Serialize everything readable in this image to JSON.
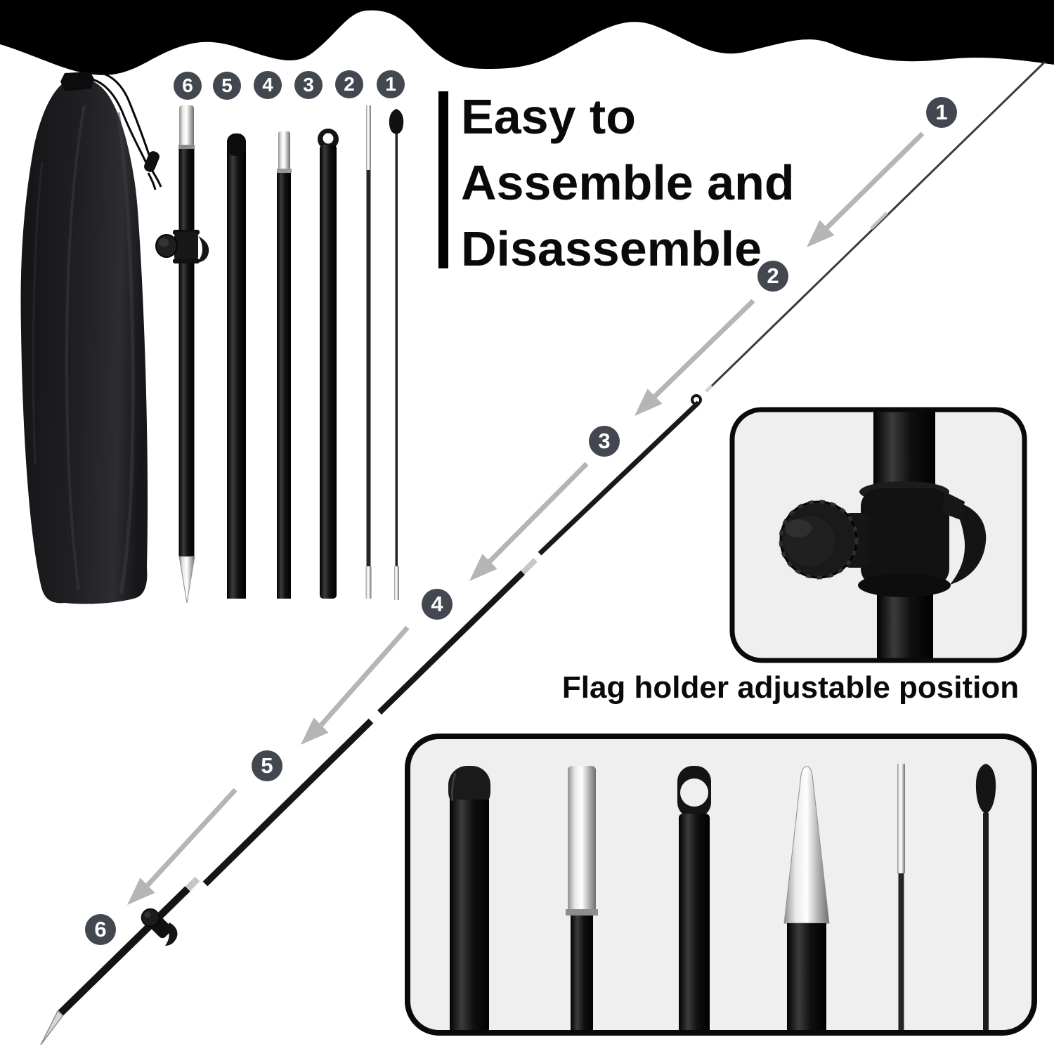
{
  "headline": {
    "line1": "Easy to",
    "line2": "Assemble and",
    "line3": "Disassemble"
  },
  "flag_holder_caption": "Flag holder adjustable position",
  "parts_row": {
    "badges": [
      "6",
      "5",
      "4",
      "3",
      "2",
      "1"
    ]
  },
  "assembly_steps": {
    "badges": [
      "1",
      "2",
      "3",
      "4",
      "5",
      "6"
    ]
  },
  "colors": {
    "badge_bg": "#43474f",
    "badge_text": "#ffffff",
    "arrow": "#b5b5b5",
    "wave": "#000000",
    "inset_bg": "#efefef",
    "inset_border": "#0a0a0a",
    "text": "#0a0a0a"
  }
}
